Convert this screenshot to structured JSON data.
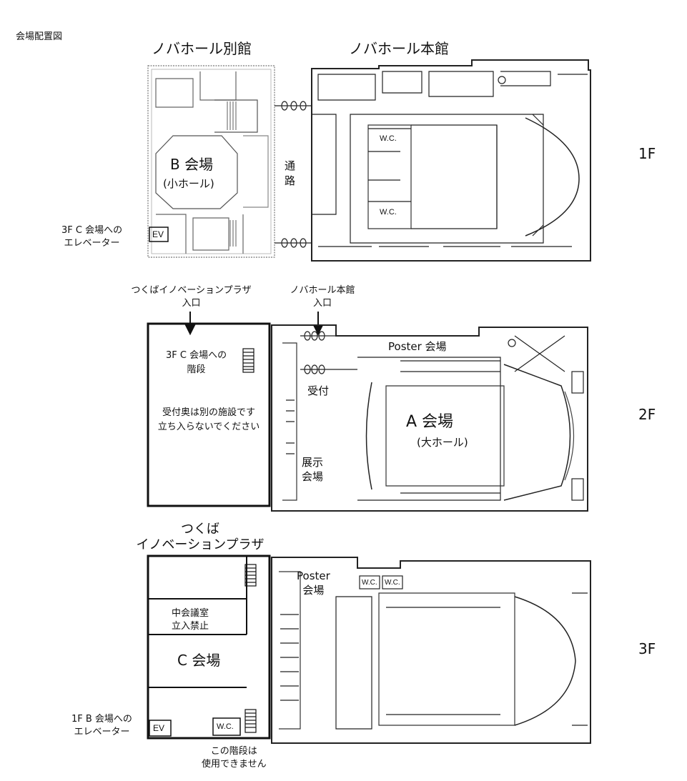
{
  "title": "会場配置図",
  "buildings": {
    "annex": "ノバホール別館",
    "main": "ノバホール本館",
    "plaza": "つくば\nイノベーションプラザ"
  },
  "floors": [
    "1F",
    "2F",
    "3F"
  ],
  "f1": {
    "hall_b": "B 会場",
    "hall_b_sub": "(小ホール)",
    "passage": "通\n路",
    "wc": "W.C.",
    "ev": "EV",
    "ev_note": "3F C 会場への\nエレベーター"
  },
  "f2": {
    "entrance_plaza": "つくばイノベーションプラザ\n入口",
    "entrance_main": "ノバホール本館\n入口",
    "stairs_note": "3F C 会場への\n階段",
    "no_entry_note": "受付奥は別の施設です\n立ち入らないでください",
    "reception": "受付",
    "exhibition": "展示\n会場",
    "poster": "Poster 会場",
    "hall_a": "A 会場",
    "hall_a_sub": "(大ホール)"
  },
  "f3": {
    "poster": "Poster\n会場",
    "wc": "W.C.",
    "meeting_room": "中会議室\n立入禁止",
    "hall_c": "C 会場",
    "ev": "EV",
    "ev_note": "1F B 会場への\nエレベーター",
    "stairs_note": "この階段は\n使用できません"
  }
}
